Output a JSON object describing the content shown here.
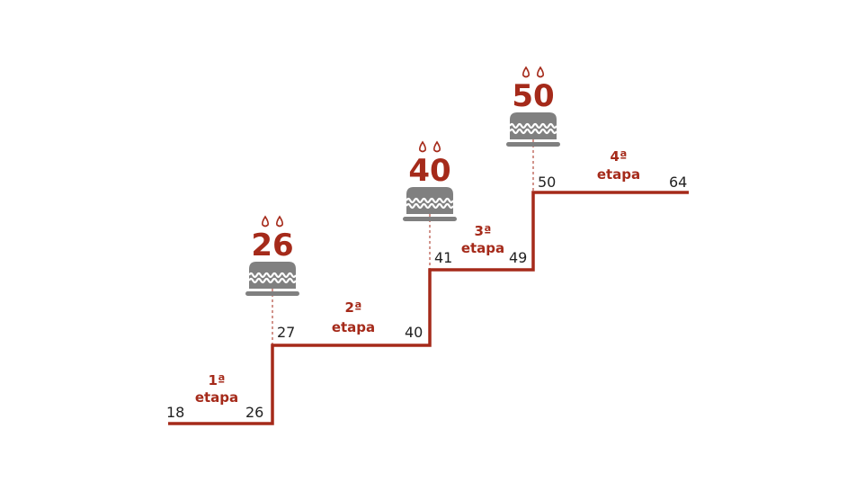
{
  "colors": {
    "accent": "#a52a1a",
    "cake": "#808080",
    "text": "#222222"
  },
  "milestones": [
    {
      "age": "26",
      "icon": "birthday-cake-icon"
    },
    {
      "age": "40",
      "icon": "birthday-cake-icon"
    },
    {
      "age": "50",
      "icon": "birthday-cake-icon"
    }
  ],
  "stages": [
    {
      "ordinal": "1ª",
      "label": "etapa",
      "start": "18",
      "end": "26"
    },
    {
      "ordinal": "2ª",
      "label": "etapa",
      "start": "27",
      "end": "40"
    },
    {
      "ordinal": "3ª",
      "label": "etapa",
      "start": "41",
      "end": "49"
    },
    {
      "ordinal": "4ª",
      "label": "etapa",
      "start": "50",
      "end": "64"
    }
  ]
}
